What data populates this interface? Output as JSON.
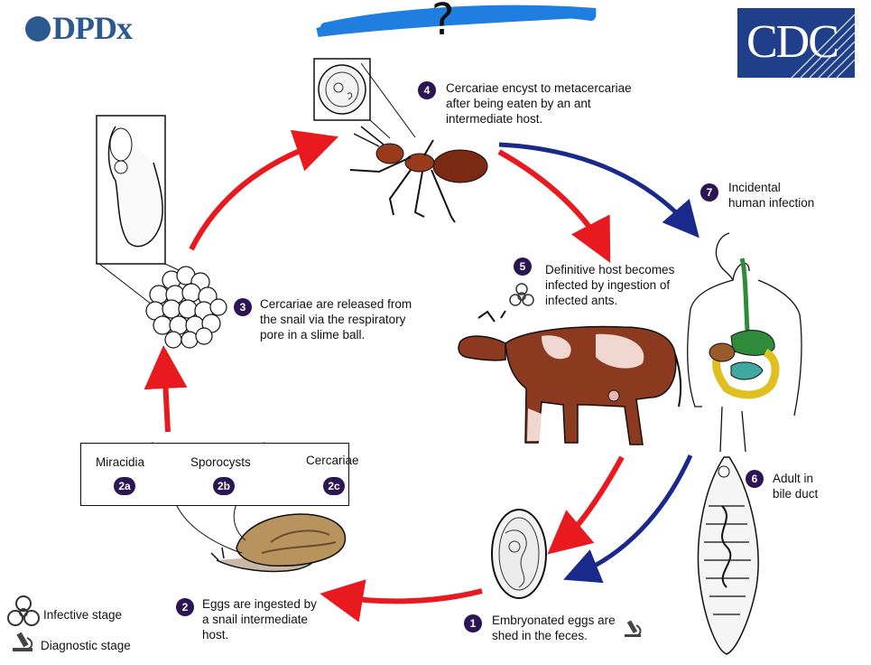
{
  "brand": {
    "left_logo": "DPDx",
    "right_logo": "CDC"
  },
  "header_mark": "?",
  "steps": {
    "s1": {
      "num": "1",
      "text": [
        "Embryonated eggs are",
        "shed in the feces."
      ]
    },
    "s2": {
      "num": "2",
      "text": [
        "Eggs are ingested by",
        "a snail intermediate",
        "host."
      ]
    },
    "s3": {
      "num": "3",
      "text": [
        "Cercariae are released from",
        "the snail via the respiratory",
        "pore in a slime ball."
      ]
    },
    "s4": {
      "num": "4",
      "text": [
        "Cercariae encyst to metacercariae",
        "after being eaten by an ant",
        "intermediate host."
      ]
    },
    "s5": {
      "num": "5",
      "text": [
        "Definitive host becomes",
        "infected by ingestion of",
        "infected ants."
      ]
    },
    "s6": {
      "num": "6",
      "text": [
        "Adult in",
        "bile duct"
      ]
    },
    "s7": {
      "num": "7",
      "text": [
        "Incidental",
        "human infection"
      ]
    }
  },
  "snail_box": {
    "a": {
      "label": "Miracidia",
      "num": "2a"
    },
    "b": {
      "label": "Sporocysts",
      "num": "2b"
    },
    "c": {
      "label": "Cercariae",
      "num": "2c"
    }
  },
  "legend": {
    "infective": "Infective stage",
    "diagnostic": "Diagnostic stage"
  },
  "colors": {
    "red_arrow": "#e8191f",
    "blue_arrow": "#1a2a8c",
    "badge": "#2b1552",
    "cdc_blue": "#1f3f8a",
    "dpdx_blue": "#2d5a8e",
    "cow_brown": "#8b3a20",
    "ant_red": "#9a3a1c"
  },
  "icons": [
    "biohazard-icon",
    "microscope-icon"
  ]
}
